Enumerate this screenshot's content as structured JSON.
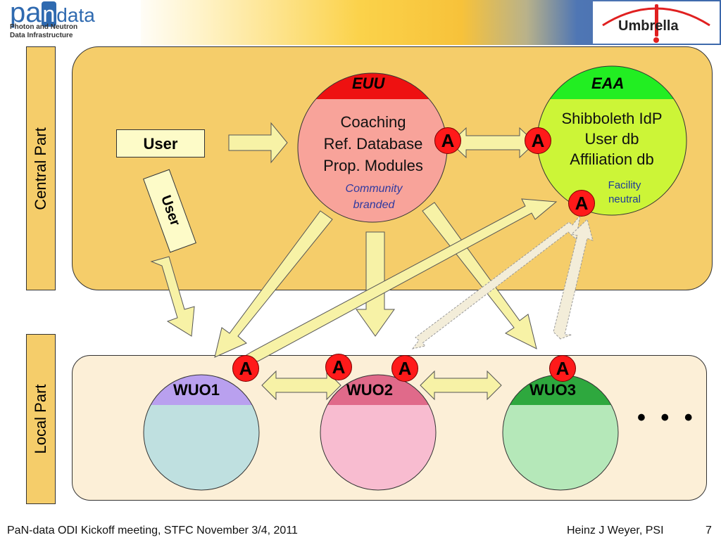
{
  "header": {
    "logo_pa": "pa",
    "logo_n": "n",
    "logo_data": "data",
    "logo_line1": "Photon and Neutron",
    "logo_line2": "Data Infrastructure",
    "umbrella": "Umbrella"
  },
  "sections": {
    "central": "Central Part",
    "local": "Local Part"
  },
  "user_box": "User",
  "user_rotated": "User",
  "euu": {
    "title": "EUU",
    "lines": [
      "Coaching",
      "Ref. Database",
      "Prop. Modules"
    ],
    "community": [
      "Community",
      "branded"
    ]
  },
  "eaa": {
    "title": "EAA",
    "lines": [
      "Shibboleth IdP",
      "User db",
      "Affiliation db"
    ],
    "facility": [
      "Facility",
      "neutral"
    ]
  },
  "badge_label": "A",
  "wuo": [
    "WUO1",
    "WUO2",
    "WUO3"
  ],
  "ellipsis": "• • •",
  "footer": {
    "left": "PaN-data ODI Kickoff meeting, STFC November 3/4, 2011",
    "right": "Heinz J Weyer, PSI",
    "page": "7"
  },
  "colors": {
    "central_panel": "#f5cd6a",
    "local_panel": "#fcefd7",
    "euu_cap": "#ee1111",
    "euu_body": "#f8a39a",
    "eaa_cap": "#22ee22",
    "eaa_body": "#ccf537",
    "wuo1_cap": "#b9a0ef",
    "wuo1_body": "#bfe0e0",
    "wuo2_cap": "#e06a8a",
    "wuo2_body": "#f8bcd0",
    "wuo3_cap": "#2ea83e",
    "wuo3_body": "#b5e8b9",
    "badge": "#ff1a1a",
    "arrow_fill": "#f7f2a6"
  }
}
